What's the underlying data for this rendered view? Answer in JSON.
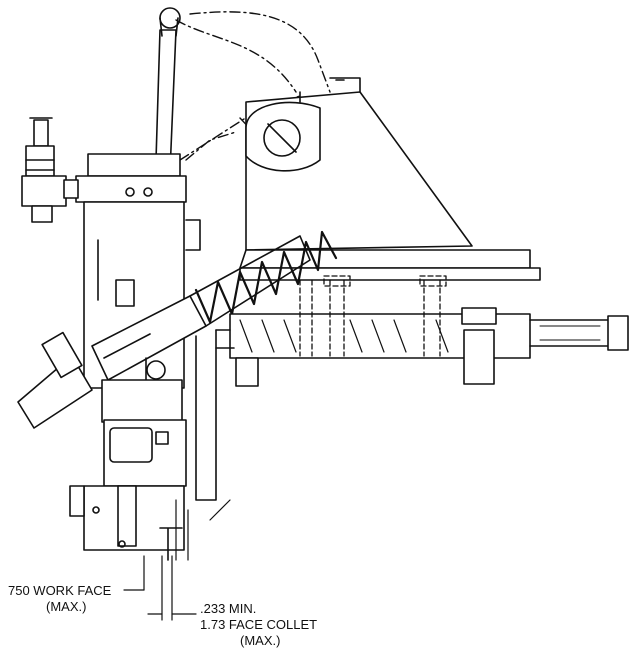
{
  "labels": {
    "work_face": "750 WORK FACE",
    "work_face_max": "(MAX.)",
    "min_dim": ".233 MIN.",
    "face_collet": "1.73 FACE COLLET",
    "face_collet_max": "(MAX.)"
  },
  "colors": {
    "line": "#111111",
    "background": "#ffffff"
  }
}
